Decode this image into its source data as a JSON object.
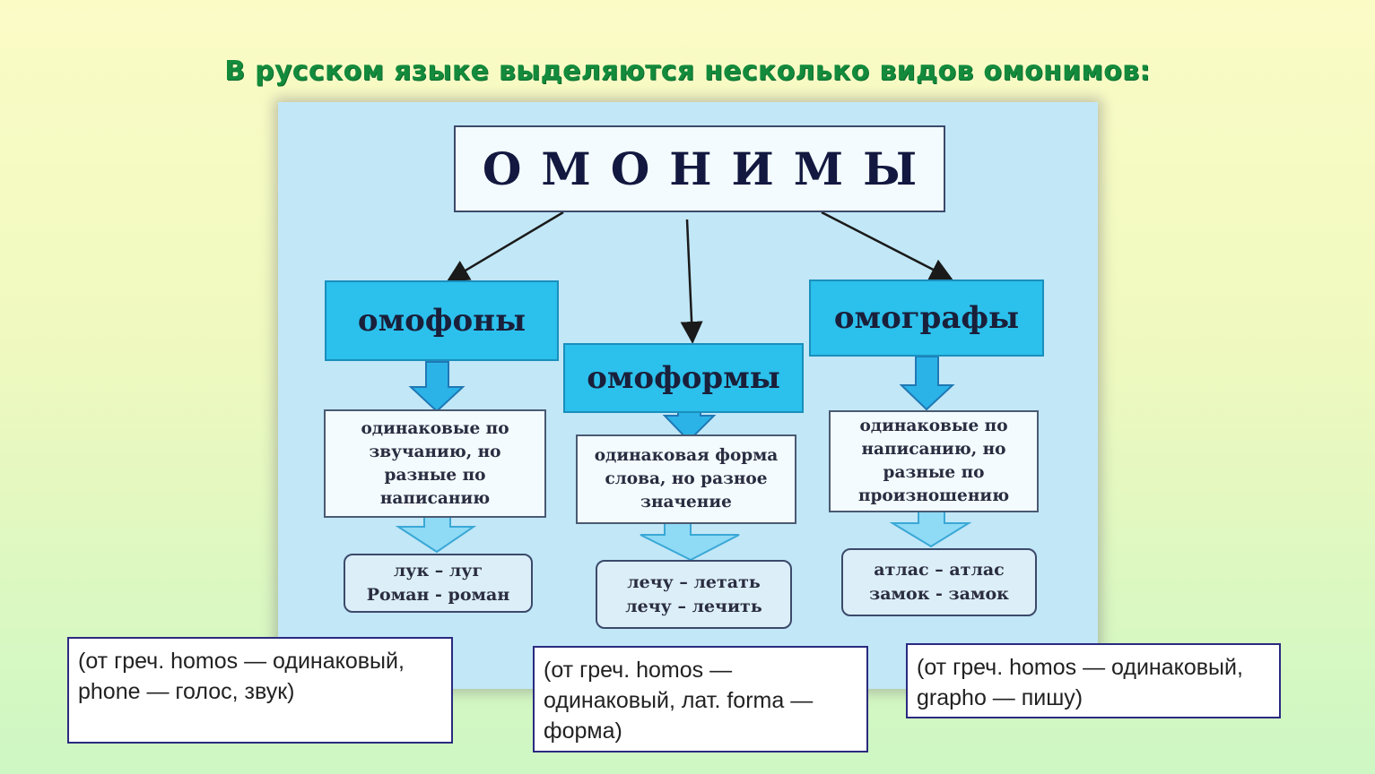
{
  "title": "В русском языке выделяются несколько видов омонимов:",
  "diagram": {
    "root": "ОМОНИМЫ",
    "categories": [
      {
        "name": "омофоны",
        "definition": "одинаковые по звучанию, но разные по написанию",
        "examples": [
          "лук – луг",
          "Роман - роман"
        ]
      },
      {
        "name": "омоформы",
        "definition": "одинаковая форма слова, но разное значение",
        "examples": [
          "лечу – летать",
          "лечу – лечить"
        ]
      },
      {
        "name": "омографы",
        "definition": "одинаковые по написанию, но разные по произношению",
        "examples": [
          "атлас – атлас",
          "замок - замок"
        ]
      }
    ]
  },
  "notes": [
    "(от греч. homos — одинаковый, phone — голос, звук)",
    "(от греч. homos — одинаковый, лат. forma — форма)",
    "(от греч. homos — одинаковый, grapho — пишу)"
  ],
  "colors": {
    "title": "#138a3c",
    "category_fill": "#2cc0ec",
    "arrow_fill": "#2bb3e8",
    "panel": "#c2e7f7"
  }
}
